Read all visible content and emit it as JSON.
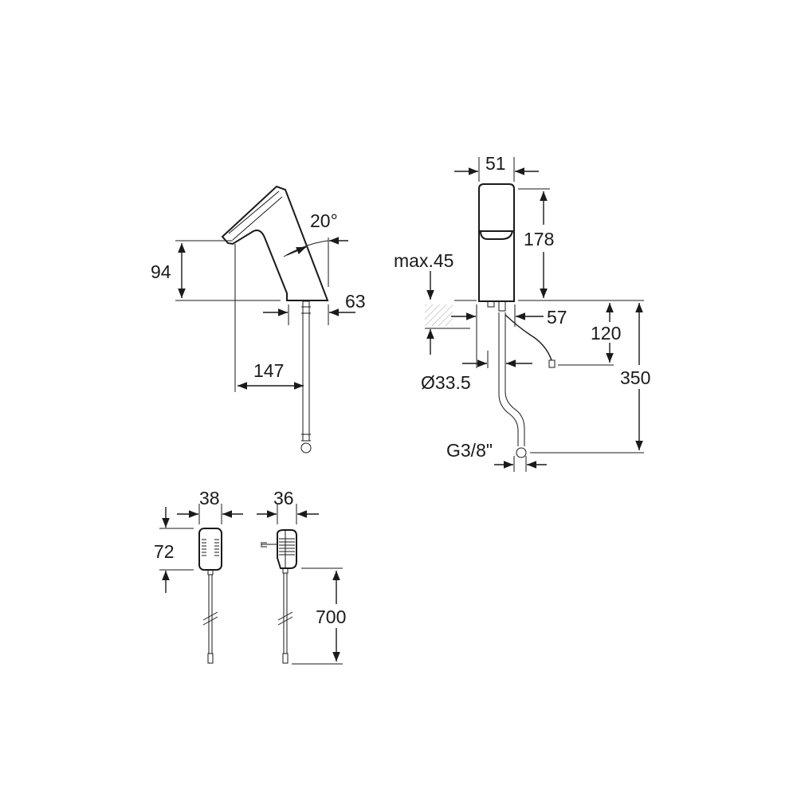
{
  "drawing": {
    "side_view": {
      "height_label": "94",
      "reach_label": "147",
      "base_label": "63",
      "angle_label": "20°"
    },
    "front_view": {
      "width_label": "51",
      "body_height_label": "178",
      "counter_label": "max.45",
      "hole_label": "Ø33.5",
      "cable_offset_label": "57",
      "cable_drop_label": "120",
      "total_label": "350",
      "thread_label": "G3/8\""
    },
    "power_unit": {
      "width_label": "38",
      "height_label": "72"
    },
    "plug": {
      "width_label": "36",
      "cable_length_label": "700"
    }
  }
}
